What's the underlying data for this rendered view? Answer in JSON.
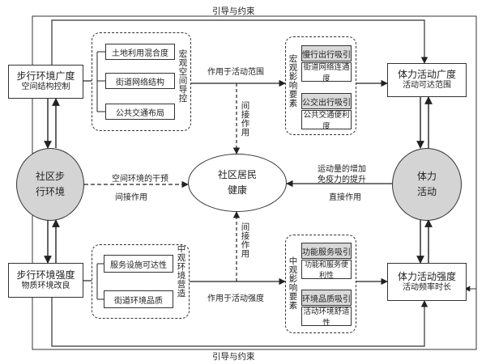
{
  "top_feedback_label": "引导与约束",
  "bottom_feedback_label": "引导与约束",
  "nodes": {
    "walk_breadth": {
      "line1": "步行环境广度",
      "line2": "空间结构控制"
    },
    "walk_intensity": {
      "line1": "步行环境强度",
      "line2": "物质环境改良"
    },
    "pa_breadth": {
      "line1": "体力活动广度",
      "line2": "活动可达范围"
    },
    "pa_intensity": {
      "line1": "体力活动强度",
      "line2": "活动频率时长"
    },
    "community_env": {
      "line1": "社区步",
      "line2": "行环境"
    },
    "resident_health": {
      "line1": "社区居民",
      "line2": "健康"
    },
    "physical_activity": {
      "line1": "体力",
      "line2": "活动"
    }
  },
  "macro_control": {
    "label": "宏观空间导控",
    "items": [
      "土地利用混合度",
      "街道网络结构",
      "公共交通布局"
    ]
  },
  "meso_creation": {
    "label": "中观环境营造",
    "items": [
      "服务设施可达性",
      "街道环境品质"
    ]
  },
  "macro_factors": {
    "label": "宏观影响要素",
    "groups": [
      {
        "header": "慢行出行吸引",
        "item": "街道网络连通度"
      },
      {
        "header": "公交出行吸引",
        "item": "公共交通便利度"
      }
    ]
  },
  "meso_factors": {
    "label": "中观影响要素",
    "groups": [
      {
        "header": "功能服务吸引",
        "item": "功能和服务便利性"
      },
      {
        "header": "环境品质吸引",
        "item": "活动环境舒适性"
      }
    ]
  },
  "edges": {
    "acts_on_range": "作用于活动范围",
    "acts_on_intensity": "作用于活动强度",
    "indirect_top": "间接作用",
    "indirect_bottom": "间接作用",
    "spatial_intervention": "空间环境的干预",
    "indirect_left": "间接作用",
    "exercise_increase": "运动量的增加",
    "immunity_boost": "免疫力的提升",
    "direct_effect": "直接作用"
  }
}
